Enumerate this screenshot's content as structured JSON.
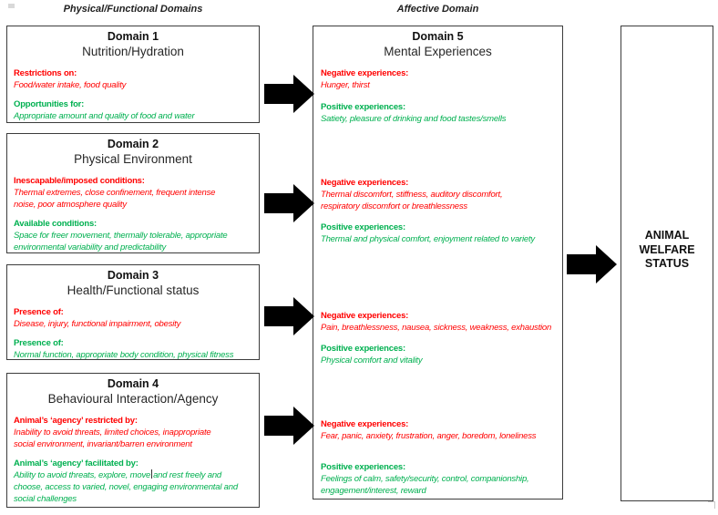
{
  "headers": {
    "left": "Physical/Functional Domains",
    "right": "Affective Domain"
  },
  "colors": {
    "negative": "#ff0000",
    "positive": "#00b050",
    "text": "#1a1a1a",
    "border": "#3c3c3c",
    "arrow": "#000000"
  },
  "domains": [
    {
      "title": "Domain 1",
      "name": "Nutrition/Hydration",
      "negative_label": "Restrictions on:",
      "negative_lines": [
        "Food/water intake, food quality"
      ],
      "positive_label": "Opportunities for:",
      "positive_lines": [
        "Appropriate amount and quality of food and water"
      ]
    },
    {
      "title": "Domain 2",
      "name": "Physical Environment",
      "negative_label": "Inescapable/imposed conditions:",
      "negative_lines": [
        "Thermal extremes, close confinement, frequent intense",
        "noise, poor atmosphere quality"
      ],
      "positive_label": "Available conditions:",
      "positive_lines": [
        "Space for freer movement, thermally tolerable, appropriate",
        "environmental variability and predictability"
      ]
    },
    {
      "title": "Domain 3",
      "name": "Health/Functional status",
      "negative_label": "Presence of:",
      "negative_lines": [
        "Disease, injury, functional impairment, obesity"
      ],
      "positive_label": "Presence of:",
      "positive_lines": [
        "Normal function, appropriate body condition, physical fitness"
      ]
    },
    {
      "title": "Domain 4",
      "name": "Behavioural Interaction/Agency",
      "negative_label": "Animal’s ‘agency’ restricted by:",
      "negative_lines": [
        "Inability to avoid threats, limited choices, inappropriate",
        "social environment, invariant/barren environment"
      ],
      "positive_label": "Animal’s ‘agency’ facilitated by:",
      "positive_line1_before_caret": "Ability to avoid threats, explore, move",
      "positive_line1_after_caret": "and rest freely and",
      "positive_lines_rest": [
        "choose, access to varied, novel, engaging environmental and",
        "social challenges"
      ]
    }
  ],
  "affective": {
    "title": "Domain 5",
    "name": "Mental Experiences",
    "groups": [
      {
        "negative_label": "Negative experiences:",
        "negative_lines": [
          "Hunger, thirst"
        ],
        "positive_label": "Positive experiences:",
        "positive_lines": [
          "Satiety, pleasure of drinking and food tastes/smells"
        ]
      },
      {
        "negative_label": "Negative experiences:",
        "negative_lines": [
          "Thermal discomfort, stiffness, auditory discomfort,",
          "respiratory discomfort or breathlessness"
        ],
        "positive_label": "Positive experiences:",
        "positive_lines": [
          "Thermal and physical comfort, enjoyment related to variety"
        ]
      },
      {
        "negative_label": "Negative experiences:",
        "negative_lines": [
          "Pain, breathlessness, nausea, sickness, weakness, exhaustion"
        ],
        "positive_label": "Positive experiences:",
        "positive_lines": [
          "Physical comfort and vitality"
        ]
      },
      {
        "negative_label": "Negative experiences:",
        "negative_lines": [
          "Fear, panic, anxiety, frustration, anger, boredom, loneliness"
        ],
        "positive_label": "Positive experiences:",
        "positive_lines": [
          "Feelings of calm, safety/security, control, companionship,",
          "engagement/interest, reward"
        ]
      }
    ]
  },
  "outcome": {
    "lines": [
      "ANIMAL",
      "WELFARE",
      "STATUS"
    ]
  }
}
